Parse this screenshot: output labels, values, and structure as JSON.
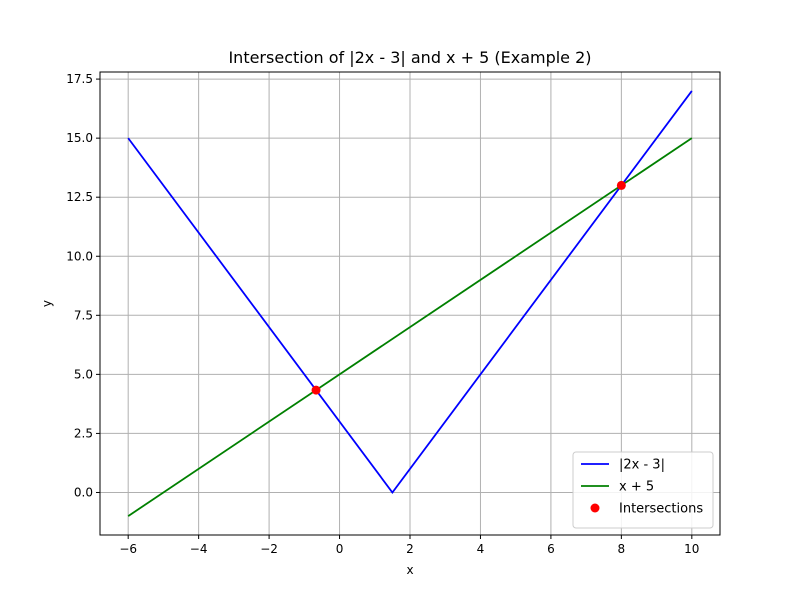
{
  "chart_data": {
    "type": "line",
    "title": "Intersection of |2x - 3| and x + 5 (Example 2)",
    "xlabel": "x",
    "ylabel": "y",
    "xlim": [
      -6.8,
      10.8
    ],
    "ylim": [
      -1.8,
      17.8
    ],
    "xticks": [
      -6,
      -4,
      -2,
      0,
      2,
      4,
      6,
      8,
      10
    ],
    "yticks": [
      0.0,
      2.5,
      5.0,
      7.5,
      10.0,
      12.5,
      15.0,
      17.5
    ],
    "xtick_labels": [
      "−6",
      "−4",
      "−2",
      "0",
      "2",
      "4",
      "6",
      "8",
      "10"
    ],
    "ytick_labels": [
      "0.0",
      "2.5",
      "5.0",
      "7.5",
      "10.0",
      "12.5",
      "15.0",
      "17.5"
    ],
    "grid": true,
    "legend_position": "lower-right",
    "series": [
      {
        "name": "|2x - 3|",
        "color": "#0000ff",
        "kind": "line",
        "x": [
          -6,
          1.5,
          10
        ],
        "y": [
          15,
          0,
          17
        ]
      },
      {
        "name": "x + 5",
        "color": "#008000",
        "kind": "line",
        "x": [
          -6,
          10
        ],
        "y": [
          -1,
          15
        ]
      },
      {
        "name": "Intersections",
        "color": "#ff0000",
        "kind": "scatter",
        "x": [
          -0.667,
          8
        ],
        "y": [
          4.333,
          13
        ]
      }
    ]
  }
}
